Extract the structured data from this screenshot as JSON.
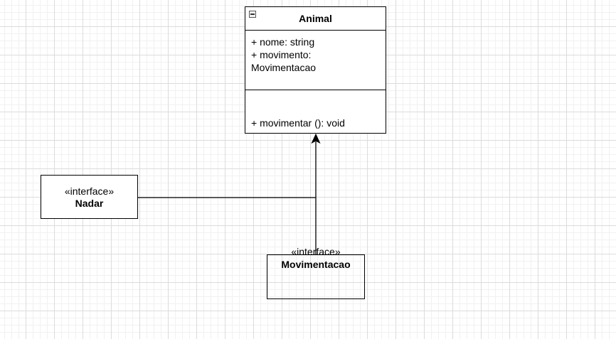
{
  "diagram": {
    "animal_class": {
      "name": "Animal",
      "attributes": [
        {
          "text": "+ nome: string"
        },
        {
          "text": "+ movimento:",
          "continuation": "Movimentacao"
        }
      ],
      "operations": [
        {
          "text": "+ movimentar (): void"
        }
      ]
    },
    "interface_nadar": {
      "stereotype": "«interface»",
      "name": "Nadar"
    },
    "interface_movimentacao": {
      "stereotype": "«interface»",
      "name": "Movimentacao"
    }
  },
  "colors": {
    "line": "#000000",
    "grid_major": "#dcdcdc",
    "grid_minor": "#f1f1f1",
    "background": "#ffffff"
  },
  "icons": {
    "collapse": "minus-square-icon"
  }
}
